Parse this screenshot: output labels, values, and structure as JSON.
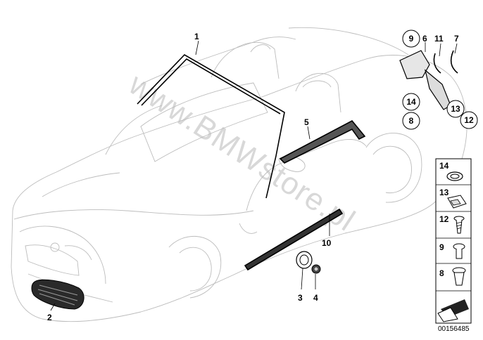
{
  "watermark": "www.BMWstore.pl",
  "catalog_number": "00156485",
  "callouts": {
    "p1": "1",
    "p2": "2",
    "p3": "3",
    "p4": "4",
    "p5": "5",
    "p6": "6",
    "p7": "7",
    "p8": "8",
    "p9": "9",
    "p10": "10",
    "p11": "11",
    "p12": "12",
    "p13": "13",
    "p14": "14"
  },
  "legend": {
    "items": [
      {
        "label": "14",
        "icon": "grommet-ring-icon"
      },
      {
        "label": "13",
        "icon": "speed-nut-clip-icon"
      },
      {
        "label": "12",
        "icon": "screw-icon"
      },
      {
        "label": "9",
        "icon": "expanding-rivet-icon"
      },
      {
        "label": "8",
        "icon": "push-clip-icon"
      }
    ]
  }
}
